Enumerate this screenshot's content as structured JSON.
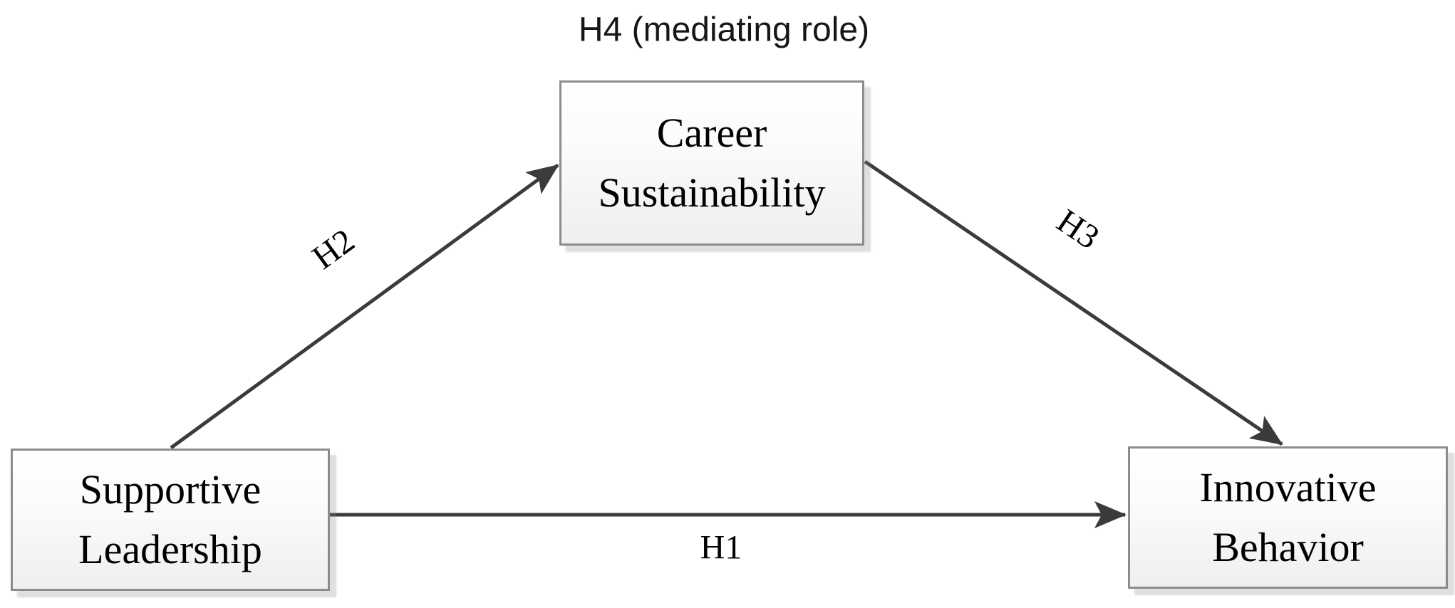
{
  "diagram": {
    "title": "H4 (mediating role)",
    "nodes": [
      {
        "id": "supportive-leadership",
        "line1": "Supportive",
        "line2": "Leadership"
      },
      {
        "id": "career-sustainability",
        "line1": "Career",
        "line2": "Sustainability"
      },
      {
        "id": "innovative-behavior",
        "line1": "Innovative",
        "line2": "Behavior"
      }
    ],
    "edges": [
      {
        "id": "h1",
        "label": "H1",
        "from": "Supportive Leadership",
        "to": "Innovative Behavior"
      },
      {
        "id": "h2",
        "label": "H2",
        "from": "Supportive Leadership",
        "to": "Career Sustainability"
      },
      {
        "id": "h3",
        "label": "H3",
        "from": "Career Sustainability",
        "to": "Innovative Behavior"
      }
    ],
    "colors": {
      "arrow": "#3b3b3b",
      "box_border": "#8c8c8c",
      "box_fill_top": "#ffffff",
      "box_fill_bottom": "#efefef",
      "text": "#000000",
      "title_text": "#161616"
    }
  }
}
